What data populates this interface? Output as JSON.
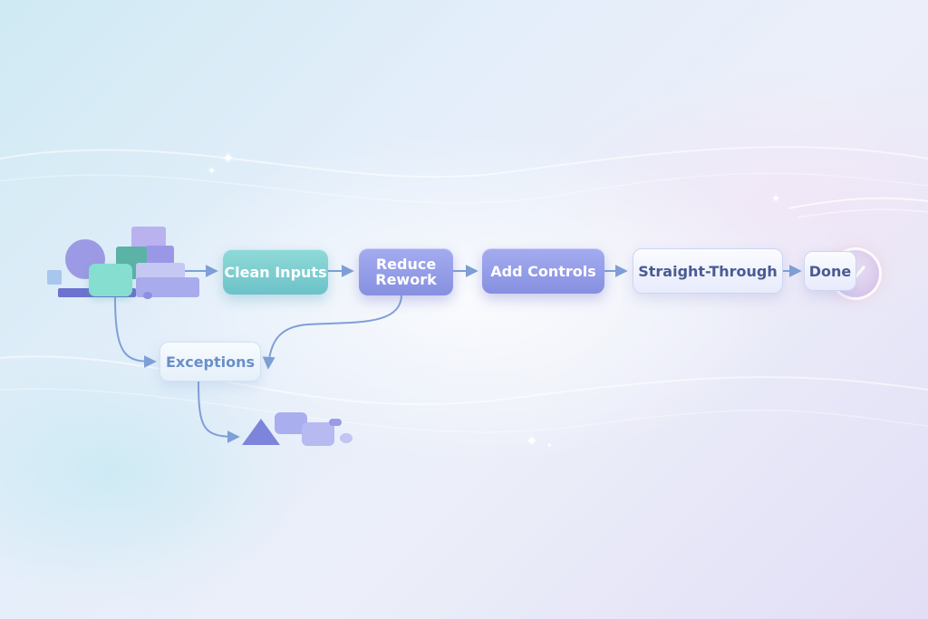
{
  "diagram": {
    "nodes": [
      {
        "id": "clean-inputs",
        "label": "Clean Inputs"
      },
      {
        "id": "reduce-rework",
        "label": "Reduce\nRework"
      },
      {
        "id": "add-controls",
        "label": "Add Controls"
      },
      {
        "id": "straight-through",
        "label": "Straight-Through"
      },
      {
        "id": "done",
        "label": "Done"
      },
      {
        "id": "exceptions",
        "label": "Exceptions"
      }
    ],
    "edges": [
      {
        "from": "source-blocks",
        "to": "clean-inputs"
      },
      {
        "from": "clean-inputs",
        "to": "reduce-rework"
      },
      {
        "from": "reduce-rework",
        "to": "add-controls"
      },
      {
        "from": "add-controls",
        "to": "straight-through"
      },
      {
        "from": "straight-through",
        "to": "done"
      },
      {
        "from": "source-blocks",
        "to": "exceptions"
      },
      {
        "from": "reduce-rework",
        "to": "exceptions"
      },
      {
        "from": "exceptions",
        "to": "exception-blocks"
      }
    ]
  },
  "icons": {
    "done_marker": "check-icon",
    "decorations": [
      "sparkle-icon",
      "data-blocks-icon",
      "triangle-icon"
    ]
  },
  "colors": {
    "teal_node": "#7ccfd0",
    "purple_node": "#949ce8",
    "light_node_text": "#4a5a93",
    "exceptions_text": "#6a8fc8",
    "arrow": "#7f9fd6"
  }
}
